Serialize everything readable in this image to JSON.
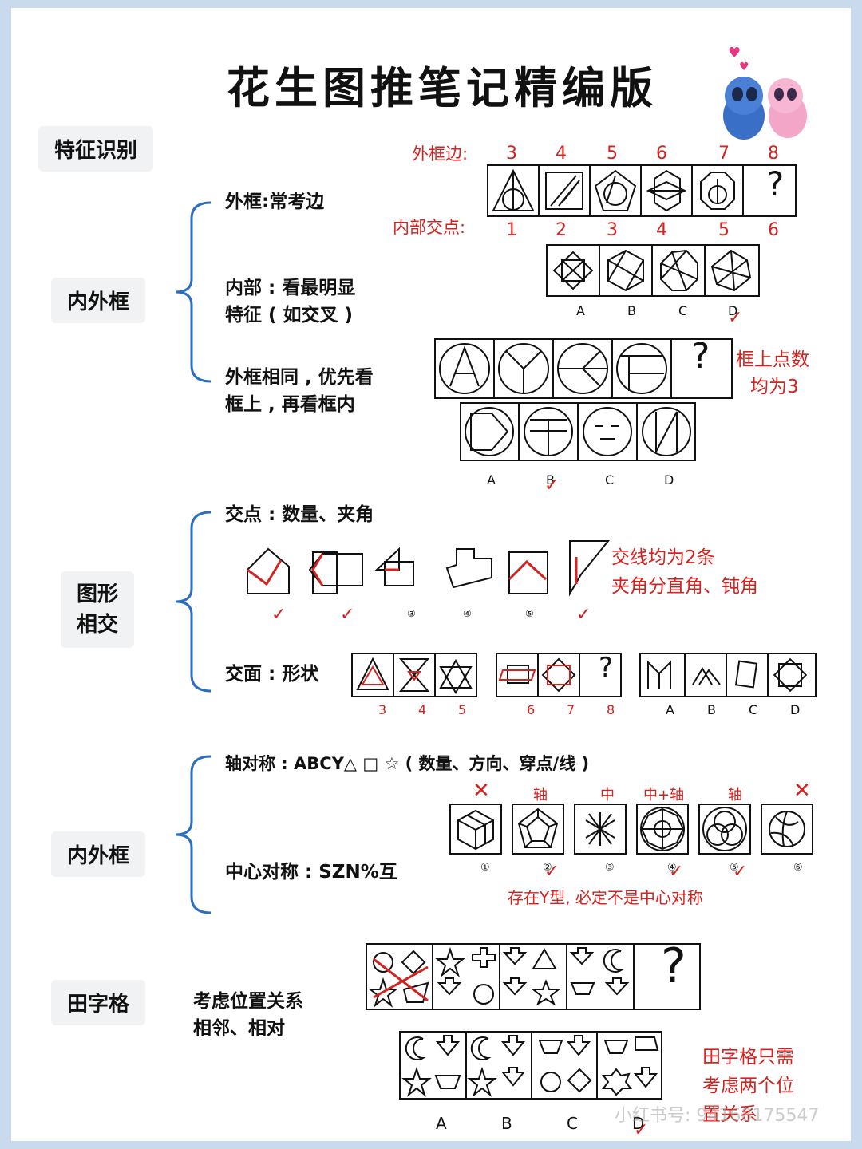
{
  "header": {
    "title": "花生图推笔记精编版"
  },
  "sections": {
    "feature": "特征识别",
    "inner_outer_1": "内外框",
    "intersect": "图形\n相交",
    "inner_outer_2": "内外框",
    "grid": "田字格"
  },
  "notes": {
    "outer_frame": "外框:常考边",
    "inside_1": "内部 : 看最明显",
    "inside_2": "特征 ( 如交叉 )",
    "same_frame_1": "外框相同 , 优先看",
    "same_frame_2": "框上 , 再看框内",
    "points": "交点 : 数量、夹角",
    "faces": "交面 : 形状",
    "axis": "轴对称 : ABCY△ □ ☆ ( 数量、方向、穿点/线 )",
    "center": "中心对称 : SZN%互",
    "grid_1": "考虑位置关系",
    "grid_2": "相邻、相对"
  },
  "annotations": {
    "outer_edges": "外框边:",
    "outer_nums": [
      "3",
      "4",
      "5",
      "6",
      "7",
      "8"
    ],
    "inner_points": "内部交点:",
    "inner_nums": [
      "1",
      "2",
      "3",
      "4",
      "5",
      "6"
    ],
    "frame_points_1": "框上点数",
    "frame_points_2": "均为3",
    "cross_lines_1": "交线均为2条",
    "cross_lines_2": "夹角分直角、钝角",
    "face_nums": [
      "3",
      "4",
      "5",
      "6",
      "7",
      "8"
    ],
    "sym_labels": [
      "轴",
      "中",
      "中+轴",
      "轴"
    ],
    "y_type": "存在Y型, 必定不是中心对称",
    "grid_note_1": "田字格只需",
    "grid_note_2": "考虑两个位",
    "grid_note_3": "置关系"
  },
  "options": {
    "abcd": [
      "A",
      "B",
      "C",
      "D"
    ],
    "circled": [
      "①",
      "②",
      "③",
      "④",
      "⑤",
      "⑥"
    ],
    "question": "?"
  },
  "watermark": "小红书号: 94168175547"
}
